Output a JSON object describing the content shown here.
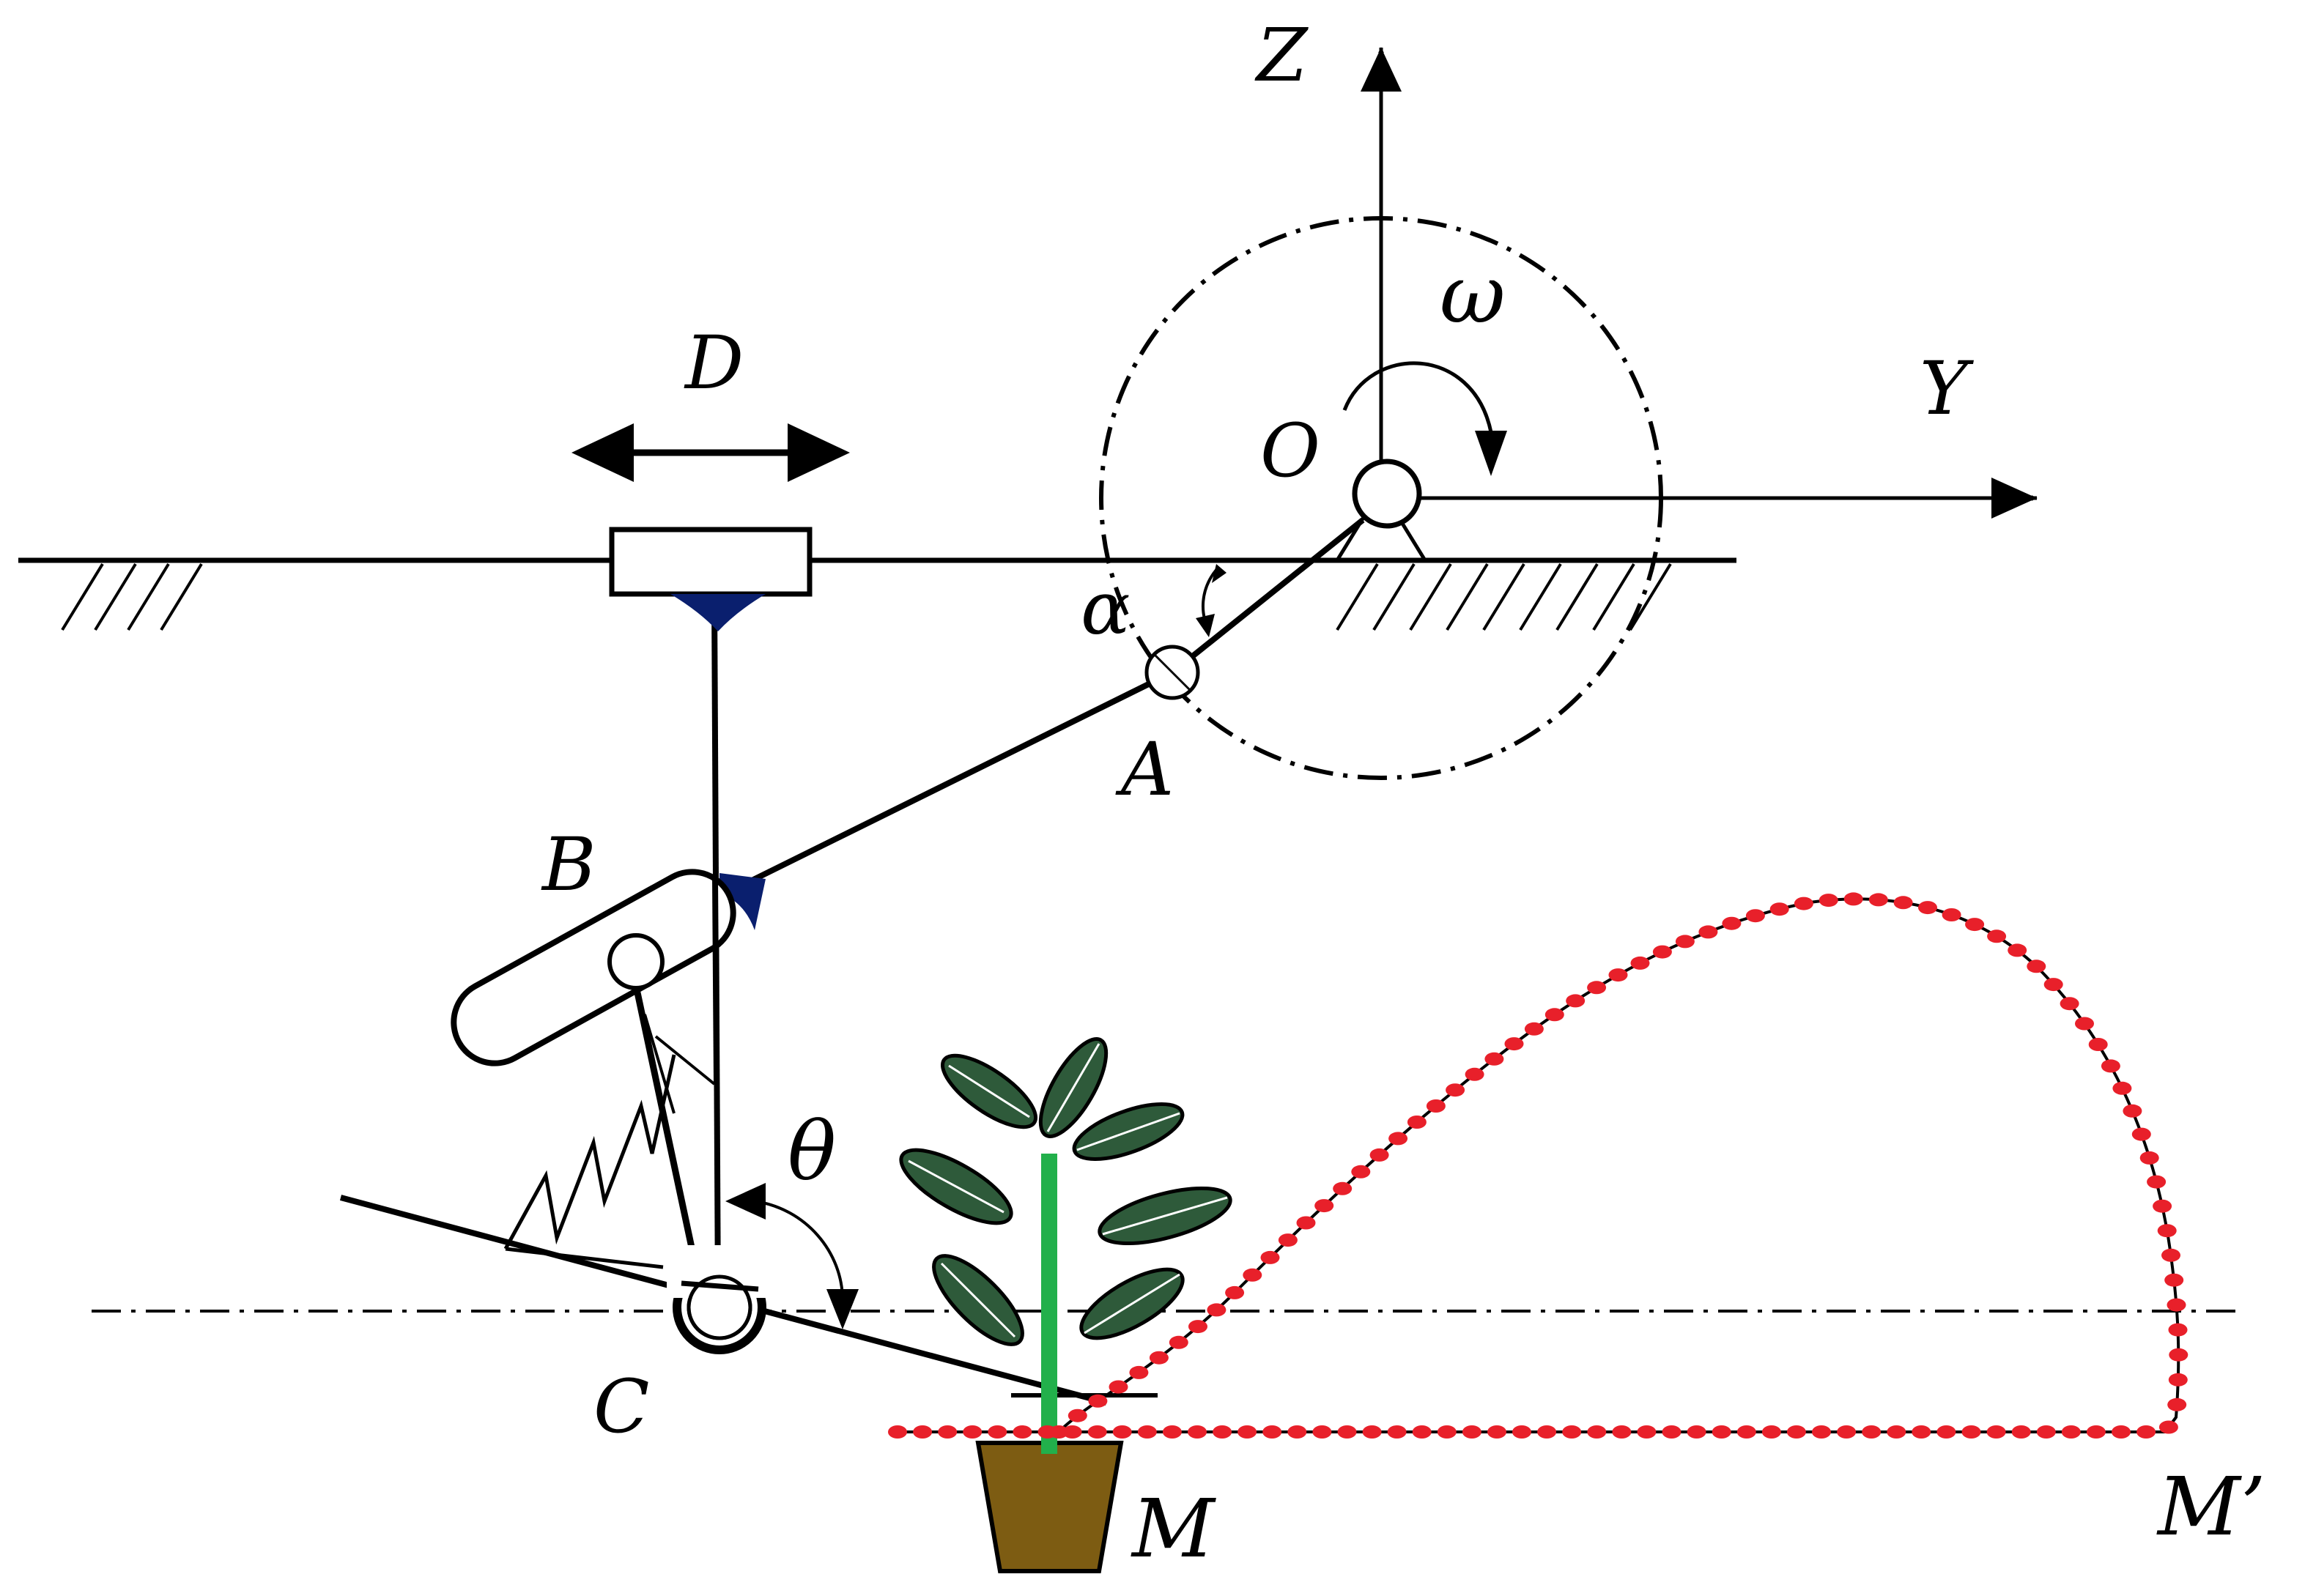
{
  "labels": {
    "z_axis": "Z",
    "y_axis": "Y",
    "origin": "O",
    "omega": "ω",
    "alpha": "α",
    "theta": "θ",
    "point_a": "A",
    "point_b": "B",
    "point_c": "C",
    "slider": "D",
    "point_m": "M",
    "point_m_prime": "M’"
  },
  "colors": {
    "line": "#000000",
    "trajectory": "#e8202a",
    "weld": "#0a1f6e",
    "stem": "#22b04b",
    "leaf": "#2e5a3a",
    "leaf_vein": "#ffffff",
    "pot": "#7d5c12"
  }
}
